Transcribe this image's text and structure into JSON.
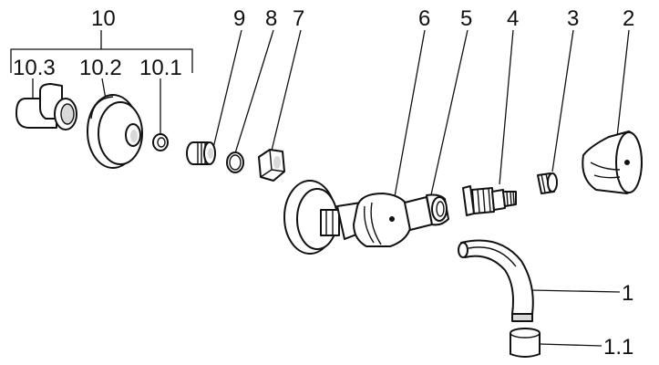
{
  "labels": {
    "l10": "10",
    "l10_3": "10.3",
    "l10_2": "10.2",
    "l10_1": "10.1",
    "l9": "9",
    "l8": "8",
    "l7": "7",
    "l6": "6",
    "l5": "5",
    "l4": "4",
    "l3": "3",
    "l2": "2",
    "l1": "1",
    "l1_1": "1.1"
  },
  "colors": {
    "stroke": "#111111",
    "highlight": "#ffffff",
    "shade": "#d9d9d9"
  }
}
